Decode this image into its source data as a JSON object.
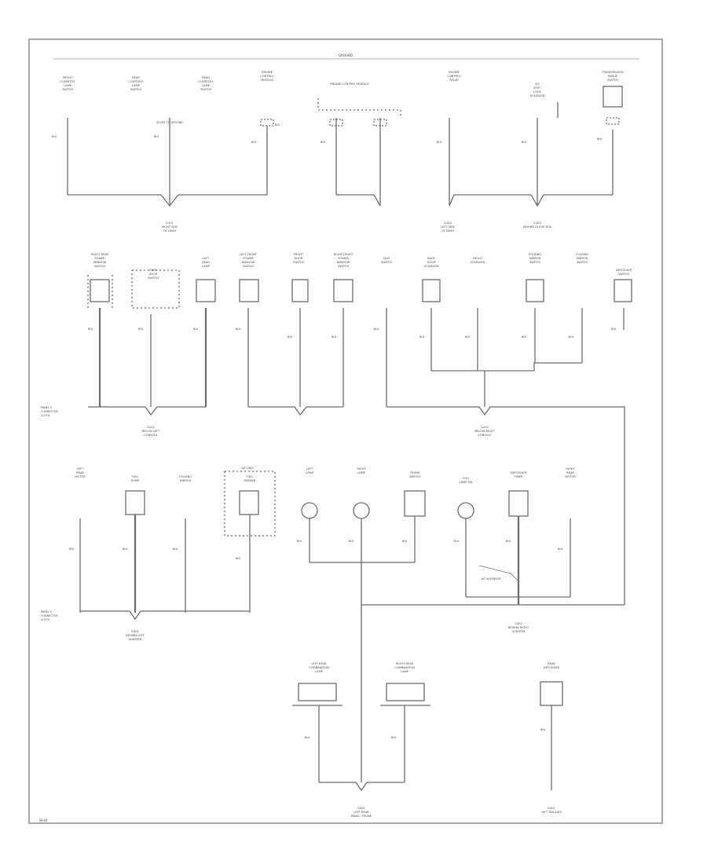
{
  "diagram": {
    "header_label": "GROUND",
    "footer_code": "W-40"
  },
  "components": [
    {
      "id": "c1",
      "lines": [
        "FRONT",
        "COURTESY",
        "LAMP",
        "SWITCH"
      ],
      "wire": "BLK",
      "ground": "g1"
    },
    {
      "id": "c2",
      "lines": [
        "REAR",
        "COURTESY",
        "LAMP",
        "SWITCH"
      ],
      "wire": "BLK",
      "ground": "g1"
    },
    {
      "id": "c3",
      "lines": [
        "REAR",
        "COURTESY",
        "LAMP",
        "SWITCH"
      ],
      "wire": "BLK",
      "ground": "g1"
    },
    {
      "id": "c4",
      "lines": [
        "ENGINE",
        "CONTROL",
        "MODULE"
      ],
      "wire": "BLK",
      "ground": "g1"
    },
    {
      "id": "c5",
      "lines": [
        "ENGINE CONTROL MODULE"
      ],
      "wire": "BLK",
      "ground": "g2"
    },
    {
      "id": "c6",
      "lines": [
        "ENGINE",
        "CONTROL",
        "RELAY"
      ],
      "wire": "BLK",
      "ground": "g3"
    },
    {
      "id": "c7",
      "lines": [
        "A/T",
        "SHIFT",
        "LOCK",
        "SOLENOID"
      ],
      "wire": "BLK",
      "ground": "g4"
    },
    {
      "id": "c8",
      "lines": [
        "TRANSMISSION",
        "RANGE",
        "SWITCH"
      ],
      "wire": "BLK",
      "ground": "g4"
    },
    {
      "id": "c9",
      "lines": [
        "RIGHT REAR",
        "POWER",
        "WINDOW",
        "SWITCH"
      ],
      "wire": "BLK",
      "ground": "g5"
    },
    {
      "id": "c10",
      "lines": [
        "FUEL",
        "DOOR",
        "SWITCH"
      ],
      "wire": "BLK",
      "ground": "g5"
    },
    {
      "id": "c11",
      "lines": [
        "LEFT",
        "REAR",
        "LAMP"
      ],
      "wire": "BLK",
      "ground": "g5"
    },
    {
      "id": "c12",
      "lines": [
        "LEFT FRONT",
        "POWER",
        "WINDOW",
        "SWITCH"
      ],
      "wire": "BLK",
      "ground": "g6"
    },
    {
      "id": "c13",
      "lines": [
        "FRONT",
        "DOOR",
        "SWITCH"
      ],
      "wire": "BLK",
      "ground": "g6"
    },
    {
      "id": "c14",
      "lines": [
        "RIGHT FRONT",
        "POWER",
        "WINDOW",
        "SWITCH"
      ],
      "wire": "BLK",
      "ground": "g6"
    },
    {
      "id": "c15",
      "lines": [
        "SEAT",
        "SWITCH"
      ],
      "wire": "BLK",
      "ground": "g7"
    },
    {
      "id": "c16",
      "lines": [
        "BACK",
        "DOOR",
        "SOLENOID"
      ],
      "wire": "BLK",
      "ground": "g7"
    },
    {
      "id": "c17",
      "lines": [
        "FRONT",
        "SOLENOID"
      ],
      "wire": "BLK",
      "ground": "g7"
    },
    {
      "id": "c18",
      "lines": [
        "FOLDING",
        "MIRROR",
        "SWITCH"
      ],
      "wire": "BLK",
      "ground": "g7"
    },
    {
      "id": "c19",
      "lines": [
        "FOLDING",
        "MIRROR",
        "SWITCH"
      ],
      "wire": "BLK",
      "ground": "g7"
    },
    {
      "id": "c20",
      "lines": [
        "DEFOGGER",
        "SWITCH"
      ],
      "wire": "BLK",
      "ground": "g7"
    },
    {
      "id": "c21",
      "lines": [
        "LEFT",
        "REAR",
        "MOTOR"
      ],
      "wire": "BLK",
      "ground": "g8"
    },
    {
      "id": "c22",
      "lines": [
        "FUEL",
        "PUMP"
      ],
      "wire": "BLK",
      "ground": "g8"
    },
    {
      "id": "c23",
      "lines": [
        "FOLDING",
        "MIRROR"
      ],
      "wire": "BLK",
      "ground": "g8"
    },
    {
      "id": "c24",
      "lines": [
        "FUEL",
        "SENDER"
      ],
      "wire": "BLK",
      "ground": "g8"
    },
    {
      "id": "c25",
      "lines": [
        "LEFT",
        "LAMP"
      ],
      "wire": "BLK",
      "ground": "g9"
    },
    {
      "id": "c26",
      "lines": [
        "RIGHT",
        "LAMP"
      ],
      "wire": "BLK",
      "ground": "g9"
    },
    {
      "id": "c27",
      "lines": [
        "TRUNK",
        "SWITCH"
      ],
      "wire": "BLK",
      "ground": "g9"
    },
    {
      "id": "c28",
      "lines": [
        "FOG",
        "LAMP SW"
      ],
      "wire": "BLK",
      "ground": "g9"
    },
    {
      "id": "c29",
      "lines": [
        "DEFOGGER",
        "TIMER"
      ],
      "wire": "BLK",
      "ground": "g9"
    },
    {
      "id": "c30",
      "lines": [
        "RIGHT",
        "REAR",
        "MOTOR"
      ],
      "wire": "BLK",
      "ground": "g9"
    },
    {
      "id": "c31",
      "lines": [
        "LEFT REAR",
        "COMBINATION",
        "LAMP"
      ],
      "wire": "BLK",
      "ground": "g10"
    },
    {
      "id": "c32",
      "lines": [
        "RIGHT REAR",
        "COMBINATION",
        "LAMP"
      ],
      "wire": "BLK",
      "ground": "g10"
    },
    {
      "id": "c33",
      "lines": [
        "REAR",
        "DEFOGGER"
      ],
      "wire": "BLK",
      "ground": "g11"
    }
  ],
  "grounds": [
    {
      "id": "g1",
      "lines": [
        "G101",
        "RIGHT SIDE",
        "OF DASH"
      ]
    },
    {
      "id": "g2",
      "lines": [
        ""
      ]
    },
    {
      "id": "g3",
      "lines": [
        "G102",
        "LEFT SIDE",
        "OF DASH"
      ]
    },
    {
      "id": "g4",
      "lines": [
        "G103",
        "BEHIND GLOVE BOX"
      ]
    },
    {
      "id": "g5",
      "lines": [
        "G201",
        "BELOW LEFT",
        "CONSOLE"
      ]
    },
    {
      "id": "g6",
      "lines": [
        ""
      ]
    },
    {
      "id": "g7",
      "lines": [
        "G202",
        "BELOW RIGHT",
        "CONSOLE"
      ]
    },
    {
      "id": "g8",
      "lines": [
        "G301",
        "BEHIND LEFT",
        "QUARTER"
      ]
    },
    {
      "id": "g9",
      "lines": [
        "G302",
        "BEHIND RIGHT",
        "QUARTER"
      ]
    },
    {
      "id": "g10",
      "lines": [
        "G401",
        "LEFT REAR",
        "PANEL, TRUNK"
      ]
    },
    {
      "id": "g11",
      "lines": [
        "G402",
        "LEFT TAILGATE"
      ]
    }
  ],
  "notes": {
    "shorted_to_ground": "SHORT TO GROUND",
    "at_w_sensor": "A/T W/SENSOR",
    "panel_left_1": [
      "PANEL S",
      "CONNECTOR",
      "CLOTH"
    ],
    "panel_left_2": [
      "PANEL S",
      "CONNECTOR",
      "CLOTH"
    ],
    "wire_note": "A/T ONLY"
  },
  "colors": {
    "line": "#6b6b6b",
    "text": "#444444",
    "frame": "#8a8a8a"
  }
}
